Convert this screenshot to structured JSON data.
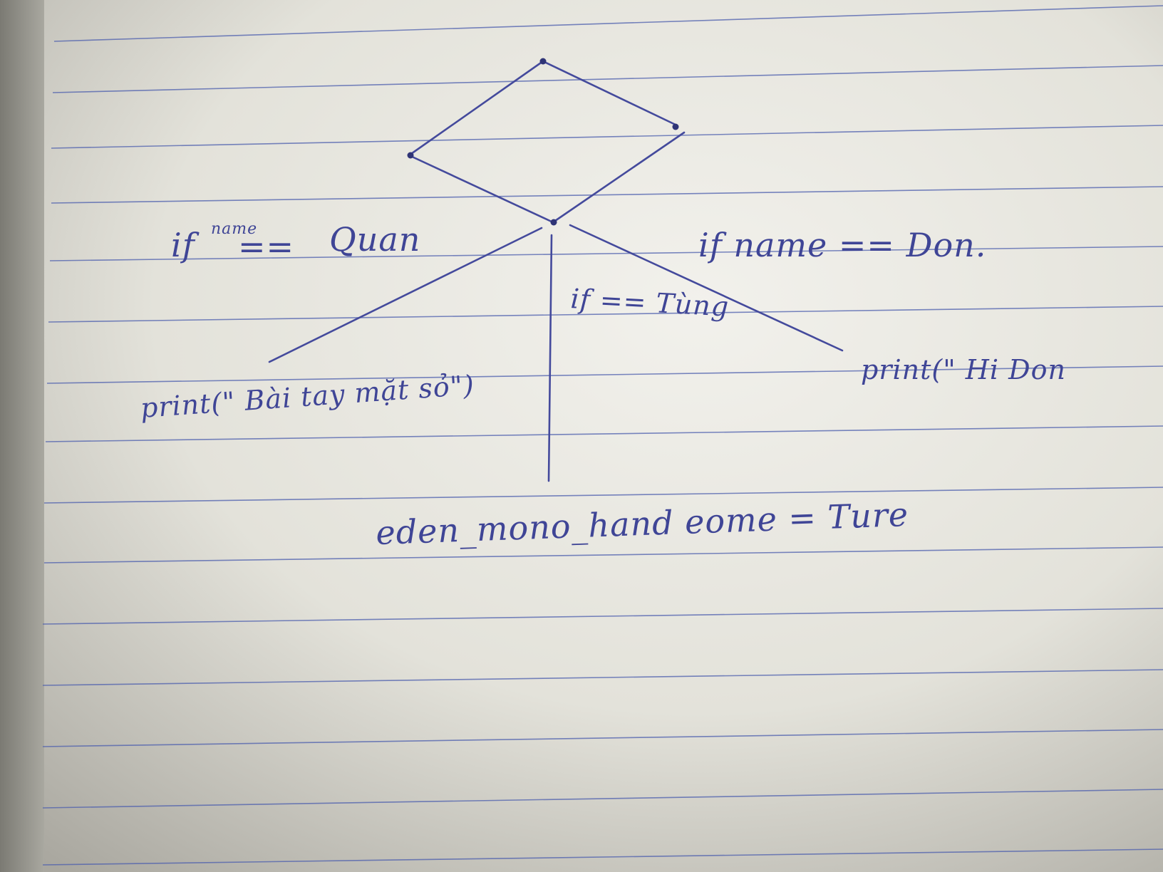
{
  "diagram": {
    "labels": {
      "left_condition_if": "if",
      "left_condition_var": "name",
      "left_condition_eq": "==",
      "left_condition_value": "Quan",
      "middle_condition": "if == Tùng",
      "right_condition": "if name == Don.",
      "left_output": "print(\" Bài tay mặt sỏ\")",
      "right_output": "print(\" Hi Don",
      "bottom_statement": "eden_mono_hand eome = Ture"
    }
  },
  "colors": {
    "ink": "#444a9c",
    "paper": "#e9e8e1",
    "ruling": "#4d5fae"
  }
}
